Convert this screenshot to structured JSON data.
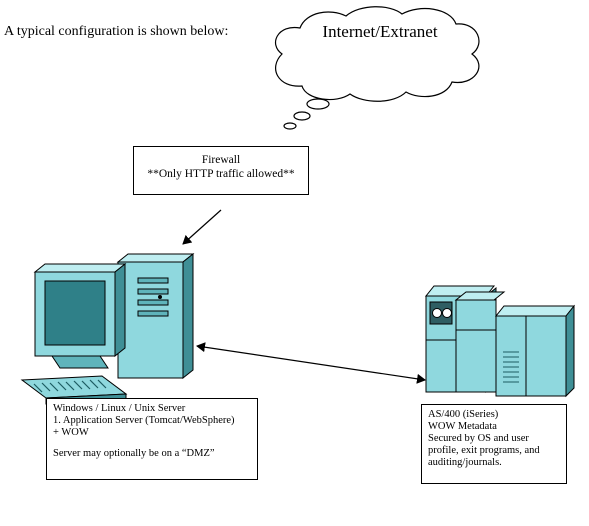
{
  "intro": "A typical configuration is shown below:",
  "cloud": {
    "label": "Internet/Extranet"
  },
  "firewall": {
    "title": "Firewall",
    "note": "**Only HTTP traffic allowed**"
  },
  "server": {
    "line1": "Windows / Linux / Unix Server",
    "line2": "1.  Application Server (Tomcat/WebSphere)",
    "line3": "+  WOW",
    "line4": "Server may optionally be on a “DMZ”"
  },
  "as400": {
    "line1": "AS/400 (iSeries)",
    "line2": "WOW Metadata",
    "line3": "Secured by OS and user",
    "line4": "profile, exit programs, and",
    "line5": "auditing/journals."
  },
  "colors": {
    "device_fill": "#8fd8de",
    "device_dark": "#3f8f96",
    "outline": "#000000"
  },
  "icons": [
    "cloud-icon",
    "desktop-computer-icon",
    "as400-server-icon"
  ]
}
